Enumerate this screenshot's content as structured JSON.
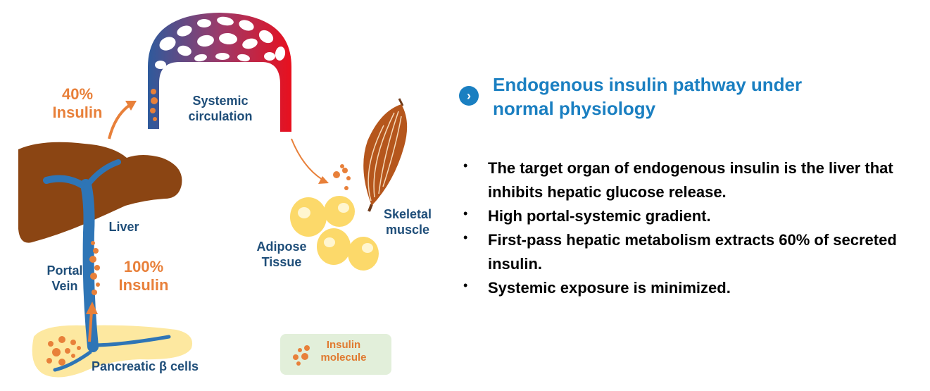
{
  "diagram": {
    "labels": {
      "systemic_circulation": [
        "Systemic",
        "circulation"
      ],
      "insulin_40": [
        "40%",
        "Insulin"
      ],
      "liver": "Liver",
      "portal_vein": [
        "Portal",
        "Vein"
      ],
      "insulin_100": [
        "100%",
        "Insulin"
      ],
      "pancreatic": "Pancreatic β cells",
      "adipose": [
        "Adipose",
        "Tissue"
      ],
      "skeletal": [
        "Skeletal",
        "muscle"
      ],
      "legend": [
        "Insulin",
        "molecule"
      ]
    },
    "colors": {
      "liver": "#8b4513",
      "vessel": "#2e75b6",
      "circulation_start": "#2e5a9c",
      "circulation_end": "#e8101e",
      "insulin": "#e8803a",
      "pancreas": "#fde8a0",
      "adipose": "#fcd96a",
      "muscle": "#b5561c",
      "legend_bg": "#e2efda"
    }
  },
  "panel": {
    "heading_icon": "chevron-right-icon",
    "heading_lines": [
      "Endogenous insulin pathway under",
      "normal physiology"
    ],
    "bullets": [
      "The target organ of endogenous insulin is the liver that inhibits hepatic glucose release.",
      "High portal-systemic gradient.",
      "First-pass hepatic metabolism extracts 60% of secreted insulin.",
      "Systemic exposure is minimized."
    ]
  }
}
